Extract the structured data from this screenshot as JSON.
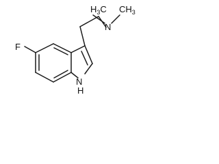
{
  "molecule": {
    "atoms": {
      "fluorine": "F",
      "amine_nitrogen": "N",
      "indole_nh": "H",
      "methyl_left": "H3C",
      "methyl_right": "CH3"
    },
    "methyl_left_parts": {
      "element": "H",
      "count": "3",
      "carbon": "C"
    },
    "methyl_right_parts": {
      "carbon": "CH",
      "count": "3"
    },
    "indole_nh_parts": {
      "nitrogen": "N",
      "hydrogen": "H"
    }
  }
}
